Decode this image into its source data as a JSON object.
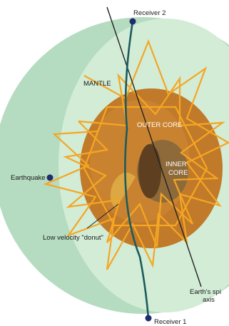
{
  "labels": {
    "receiver_2": "Receiver 2",
    "receiver_1": "Receiver 1",
    "mantle": "MANTLE",
    "outer_core": "OUTER CORE",
    "inner_core_line1": "INNER",
    "inner_core_line2": "CORE",
    "earthquake": "Earthquake",
    "low_velocity": "Low velocity \"donut\"",
    "spin_axis_line1": "Earth's spi",
    "spin_axis_line2": "axis"
  },
  "colors": {
    "mantle_outer": "#b5dcc0",
    "mantle_inner": "#d2ecd6",
    "outer_core": "#c07a2a",
    "outer_core_light": "#d8963e",
    "inner_core": "#8e6a3a",
    "inner_core_shade": "#5e4020",
    "ray_paths": "#f5a623",
    "seismic_path": "#1c5b5e",
    "marker": "#1f2d6e"
  }
}
